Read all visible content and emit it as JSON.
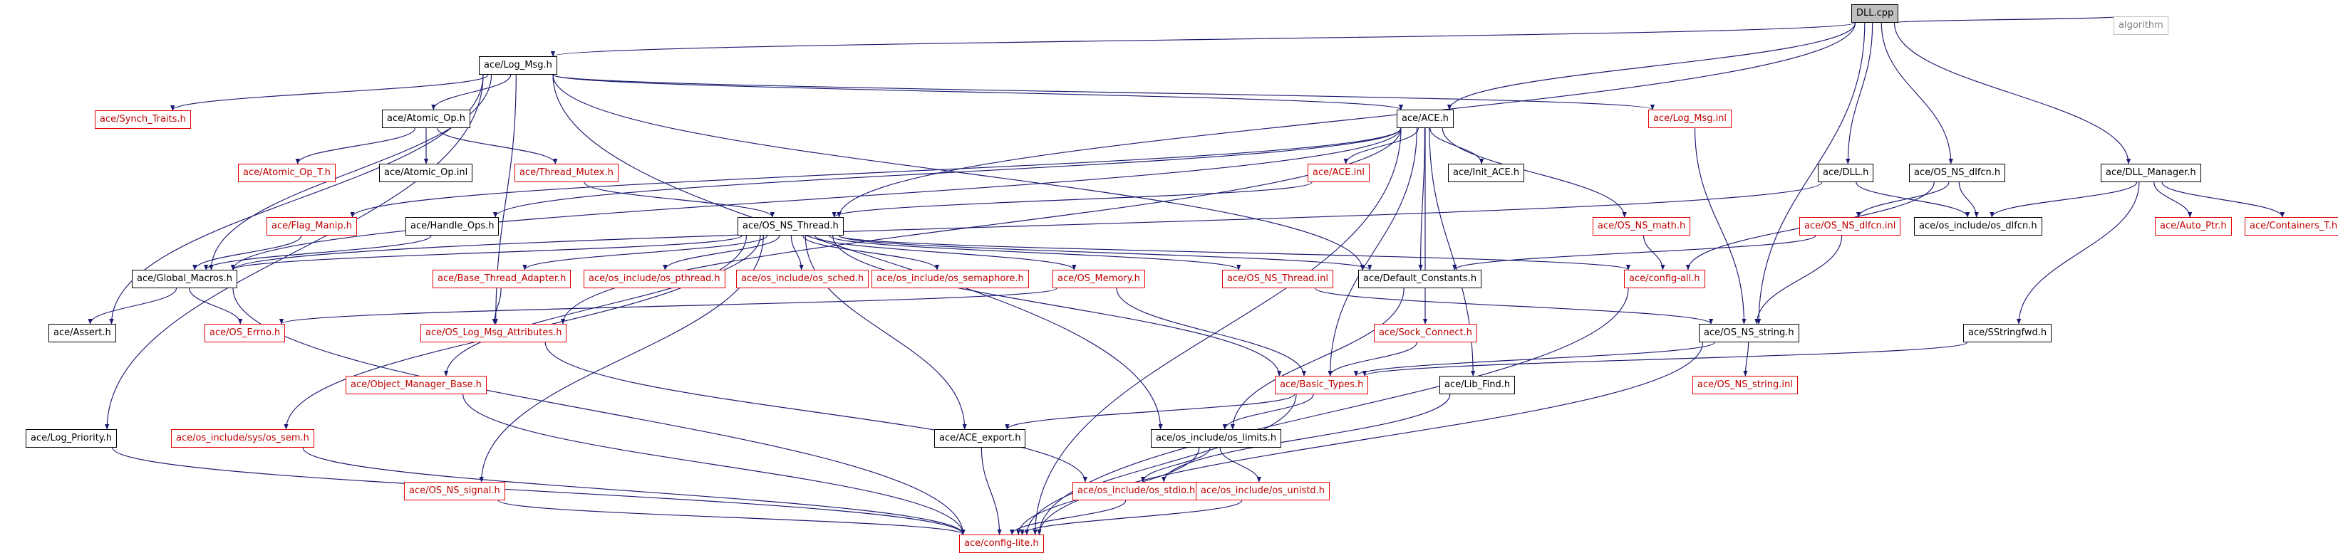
{
  "colors": {
    "edge": "#191970",
    "red_border": "#e60000",
    "gray_border": "#bfbfbf",
    "root_fill": "#bfbfbf"
  },
  "nodes": {
    "dll_cpp": "DLL.cpp",
    "log_msg_h": "ace/Log_Msg.h",
    "algorithm": "algorithm",
    "ace_h": "ace/ACE.h",
    "log_msg_inl": "ace/Log_Msg.inl",
    "synch_traits_h": "ace/Synch_Traits.h",
    "atomic_op_h": "ace/Atomic_Op.h",
    "atomic_op_t_h": "ace/Atomic_Op_T.h",
    "atomic_op_inl": "ace/Atomic_Op.inl",
    "thread_mutex_h": "ace/Thread_Mutex.h",
    "ace_inl": "ace/ACE.inl",
    "init_ace_h": "ace/Init_ACE.h",
    "dll_h": "ace/DLL.h",
    "os_ns_dlfcn_h": "ace/OS_NS_dlfcn.h",
    "dll_manager_h": "ace/DLL_Manager.h",
    "flag_manip_h": "ace/Flag_Manip.h",
    "handle_ops_h": "ace/Handle_Ops.h",
    "os_ns_thread_h": "ace/OS_NS_Thread.h",
    "os_ns_math_h": "ace/OS_NS_math.h",
    "os_ns_dlfcn_inl": "ace/OS_NS_dlfcn.inl",
    "os_include_os_dlfcn_h": "ace/os_include/os_dlfcn.h",
    "auto_ptr_h": "ace/Auto_Ptr.h",
    "containers_t_h": "ace/Containers_T.h",
    "global_macros_h": "ace/Global_Macros.h",
    "base_thread_adapter_h": "ace/Base_Thread_Adapter.h",
    "os_pthread_h": "ace/os_include/os_pthread.h",
    "os_sched_h": "ace/os_include/os_sched.h",
    "os_semaphore_h": "ace/os_include/os_semaphore.h",
    "os_memory_h": "ace/OS_Memory.h",
    "os_ns_thread_inl": "ace/OS_NS_Thread.inl",
    "default_constants_h": "ace/Default_Constants.h",
    "config_all_h": "ace/config-all.h",
    "assert_h": "ace/Assert.h",
    "os_errno_h": "ace/OS_Errno.h",
    "os_log_msg_attributes_h": "ace/OS_Log_Msg_Attributes.h",
    "sock_connect_h": "ace/Sock_Connect.h",
    "os_ns_string_h": "ace/OS_NS_string.h",
    "sstringfwd_h": "ace/SStringfwd.h",
    "object_manager_base_h": "ace/Object_Manager_Base.h",
    "basic_types_h": "ace/Basic_Types.h",
    "lib_find_h": "ace/Lib_Find.h",
    "os_ns_string_inl": "ace/OS_NS_string.inl",
    "log_priority_h": "ace/Log_Priority.h",
    "sys_os_sem_h": "ace/os_include/sys/os_sem.h",
    "ace_export_h": "ace/ACE_export.h",
    "os_limits_h": "ace/os_include/os_limits.h",
    "os_ns_signal_h": "ace/OS_NS_signal.h",
    "os_stdio_h": "ace/os_include/os_stdio.h",
    "os_unistd_h": "ace/os_include/os_unistd.h",
    "config_lite_h": "ace/config-lite.h"
  }
}
